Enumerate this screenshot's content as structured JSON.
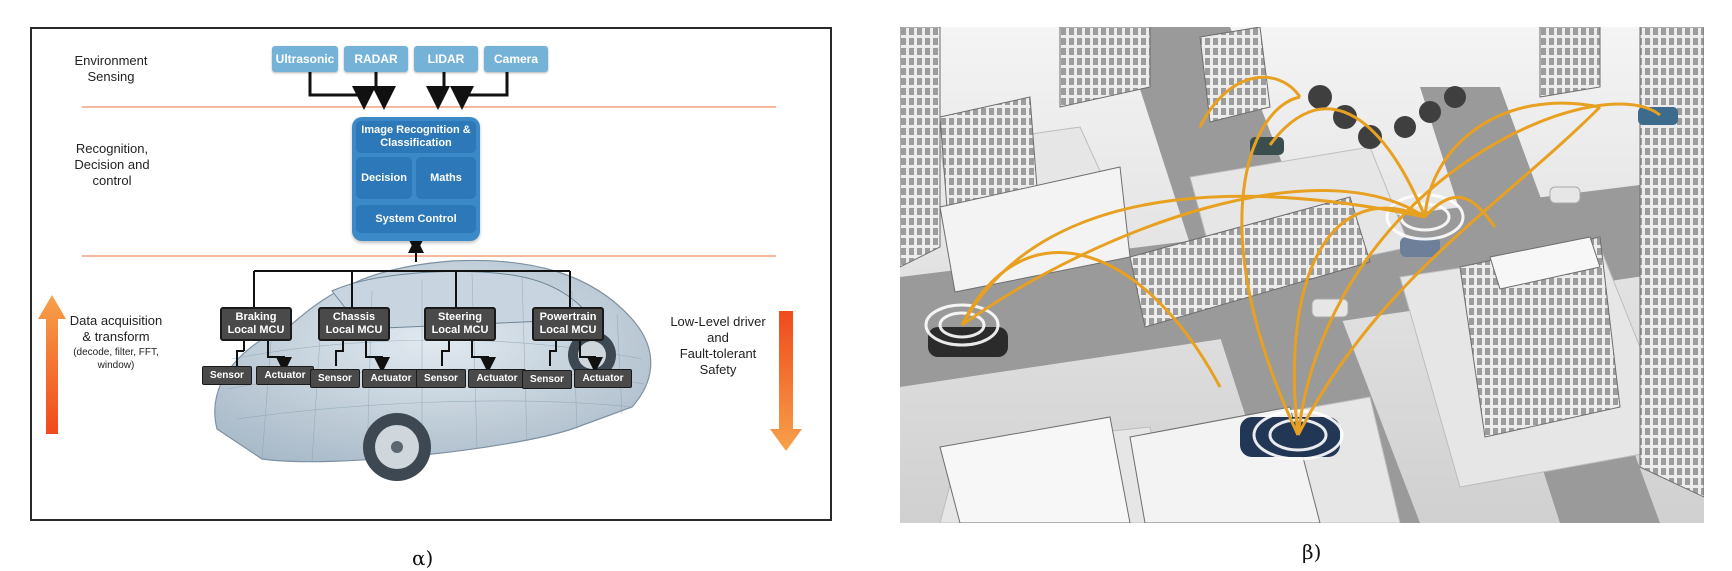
{
  "panel_a": {
    "lanes": {
      "sensing": "Environment\nSensing",
      "recognition": "Recognition,\nDecision and\ncontrol",
      "acquisition_title": "Data acquisition\n& transform",
      "acquisition_detail": "(decode, filter, FFT,\nwindow)",
      "low_level": "Low-Level driver\nand\nFault-tolerant Safety"
    },
    "sensors": [
      "Ultrasonic",
      "RADAR",
      "LIDAR",
      "Camera"
    ],
    "processing": {
      "recognition": "Image Recognition &\nClassification",
      "decision": "Decision",
      "maths": "Maths",
      "system_control": "System Control"
    },
    "mcus": [
      "Braking\nLocal MCU",
      "Chassis\nLocal MCU",
      "Steering\nLocal MCU",
      "Powertrain\nLocal MCU"
    ],
    "io_labels": {
      "sensor": "Sensor",
      "actuator": "Actuator"
    },
    "colors": {
      "sensor_box": "#75b2d8",
      "processor": "#3b8ac7",
      "mcu": "#4a4a4a",
      "lane_line": "#f0a27d",
      "arrow": "#f26a21"
    }
  },
  "panel_b": {
    "description_icon": "connected-city-v2x",
    "colors": {
      "link": "#e8a020",
      "ground": "#d2d2d2",
      "road": "#9a9a9a"
    }
  },
  "captions": {
    "a": "α)",
    "b": "β)"
  }
}
